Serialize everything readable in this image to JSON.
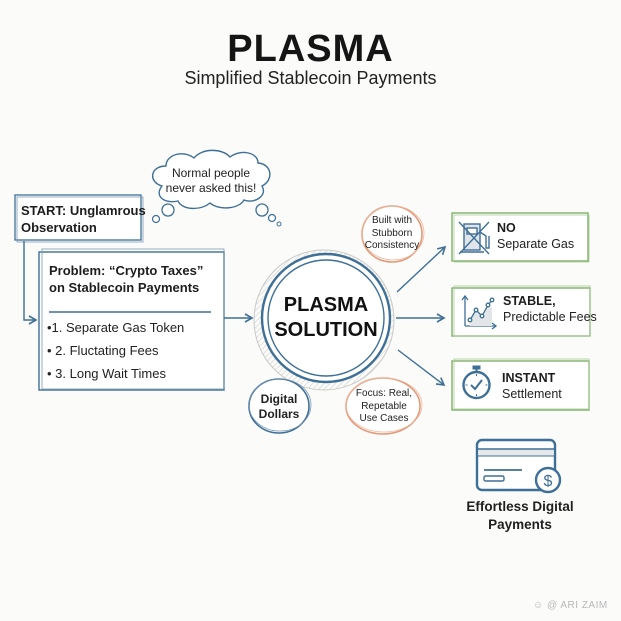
{
  "header": {
    "title": "PLASMA",
    "subtitle": "Simplified Stablecoin Payments"
  },
  "thought_bubble": {
    "line1": "Normal people",
    "line2": "never asked this!"
  },
  "start_box": {
    "line1": "START: Unglamrous",
    "line2": "Observation"
  },
  "problem_box": {
    "line1": "Problem: “Crypto Taxes”",
    "line2": "on Stablecoin Payments",
    "items": [
      "•1. Separate Gas Token",
      "• 2. Fluctating Fees",
      "• 3. Long Wait Times"
    ]
  },
  "center": {
    "line1": "PLASMA",
    "line2": "SOLUTION"
  },
  "satellites": {
    "built_with": [
      "Built with",
      "Stubborn",
      "Consistency"
    ],
    "digital_dollars": [
      "Digital",
      "Dollars"
    ],
    "focus": [
      "Focus: Real,",
      "Repetable",
      "Use Cases"
    ]
  },
  "outcomes": [
    {
      "title": "NO",
      "subtitle": "Separate Gas",
      "icon": "no-gas-pump-icon"
    },
    {
      "title": "STABLE,",
      "subtitle": "Predictable Fees",
      "icon": "line-chart-icon"
    },
    {
      "title": "INSTANT",
      "subtitle": "Settlement",
      "icon": "stopwatch-icon"
    }
  ],
  "final": {
    "line1": "Effortless Digital",
    "line2": "Payments",
    "icon": "credit-card-dollar-icon"
  },
  "watermark": "☺ @ ARI ZAIM",
  "colors": {
    "blue": "#3e6f96",
    "orange": "#e39a78",
    "green": "#7fb06a",
    "text": "#1f1f1f"
  }
}
